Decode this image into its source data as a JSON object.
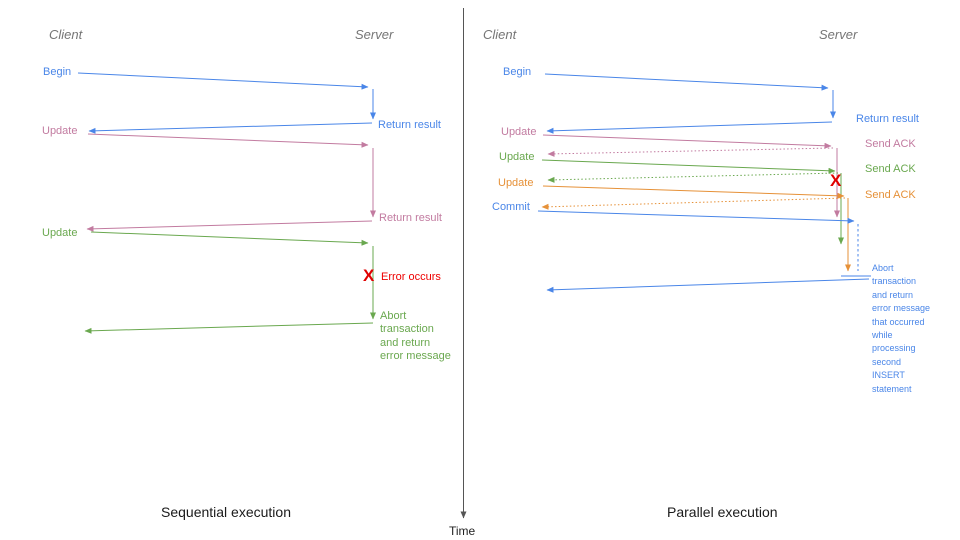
{
  "colors": {
    "blue": "#4a86e8",
    "pink": "#c27ba0",
    "green": "#6aa84f",
    "orange": "#e69138",
    "red": "#e00000",
    "title_gray": "#757575",
    "caption_black": "#1a1a1a"
  },
  "left": {
    "client_title": "Client",
    "server_title": "Server",
    "begin_label": "Begin",
    "update1_label": "Update",
    "update2_label": "Update",
    "return_result1_label": "Return result",
    "return_result2_label": "Return result",
    "error_marker": "X",
    "error_occurs_label": "Error occurs",
    "abort_message": "Abort\ntransaction\nand return\nerror message",
    "caption": "Sequential execution"
  },
  "right": {
    "client_title": "Client",
    "server_title": "Server",
    "begin_label": "Begin",
    "update1_label": "Update",
    "update2_label": "Update",
    "update3_label": "Update",
    "commit_label": "Commit",
    "return_result_label": "Return result",
    "send_ack1_label": "Send ACK",
    "send_ack2_label": "Send ACK",
    "send_ack3_label": "Send ACK",
    "error_marker": "X",
    "abort_message": "Abort\ntransaction\nand return\nerror message\nthat occurred\nwhile\nprocessing\nsecond\nINSERT\nstatement",
    "caption": "Parallel execution"
  },
  "time_axis": {
    "label": "Time"
  }
}
